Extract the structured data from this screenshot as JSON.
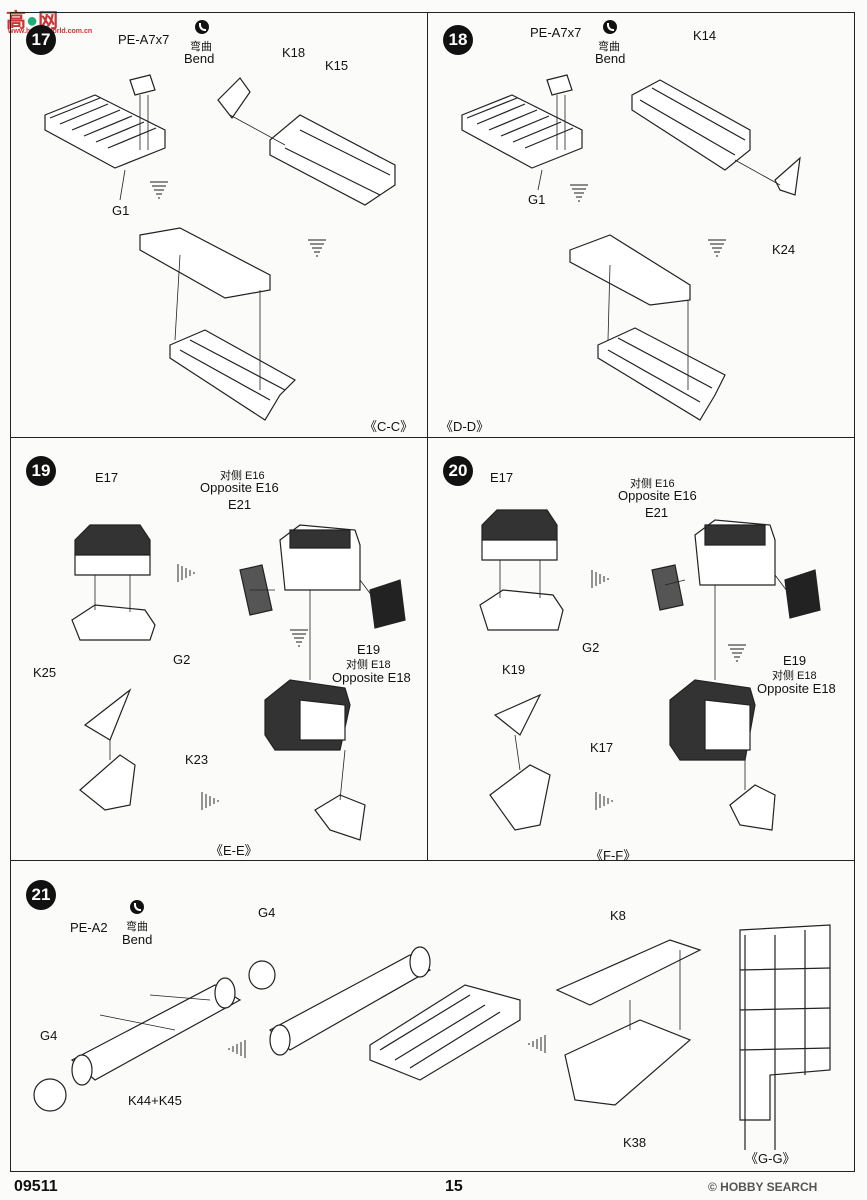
{
  "watermark_top": {
    "cn": "高",
    "cn2": "网",
    "url": "www.hobbyworld.com.cn"
  },
  "footer": {
    "code": "09511",
    "page": "15",
    "source": "© HOBBY SEARCH"
  },
  "steps": {
    "s17": {
      "num": "17",
      "pe": "PE-A7x7",
      "bend_cn": "弯曲",
      "bend_en": "Bend",
      "g1": "G1",
      "k18": "K18",
      "k15": "K15",
      "caption": "《C-C》"
    },
    "s18": {
      "num": "18",
      "pe": "PE-A7x7",
      "bend_cn": "弯曲",
      "bend_en": "Bend",
      "g1": "G1",
      "k14": "K14",
      "k24": "K24",
      "caption": "《D-D》"
    },
    "s19": {
      "num": "19",
      "e17": "E17",
      "opp_cn": "对侧 E16",
      "opp_en": "Opposite E16",
      "e21": "E21",
      "e19": "E19",
      "opp2_cn": "对侧 E18",
      "opp2_en": "Opposite E18",
      "g2": "G2",
      "k25": "K25",
      "k23": "K23",
      "caption": "《E-E》"
    },
    "s20": {
      "num": "20",
      "e17": "E17",
      "opp_cn": "对侧 E16",
      "opp_en": "Opposite E16",
      "e21": "E21",
      "e19": "E19",
      "opp2_cn": "对侧 E18",
      "opp2_en": "Opposite E18",
      "g2": "G2",
      "k19": "K19",
      "k17": "K17",
      "caption": "《F-F》"
    },
    "s21": {
      "num": "21",
      "pe": "PE-A2",
      "bend_cn": "弯曲",
      "bend_en": "Bend",
      "g4a": "G4",
      "g4b": "G4",
      "k44": "K44+K45",
      "k8": "K8",
      "k38": "K38",
      "caption": "《G-G》"
    }
  }
}
